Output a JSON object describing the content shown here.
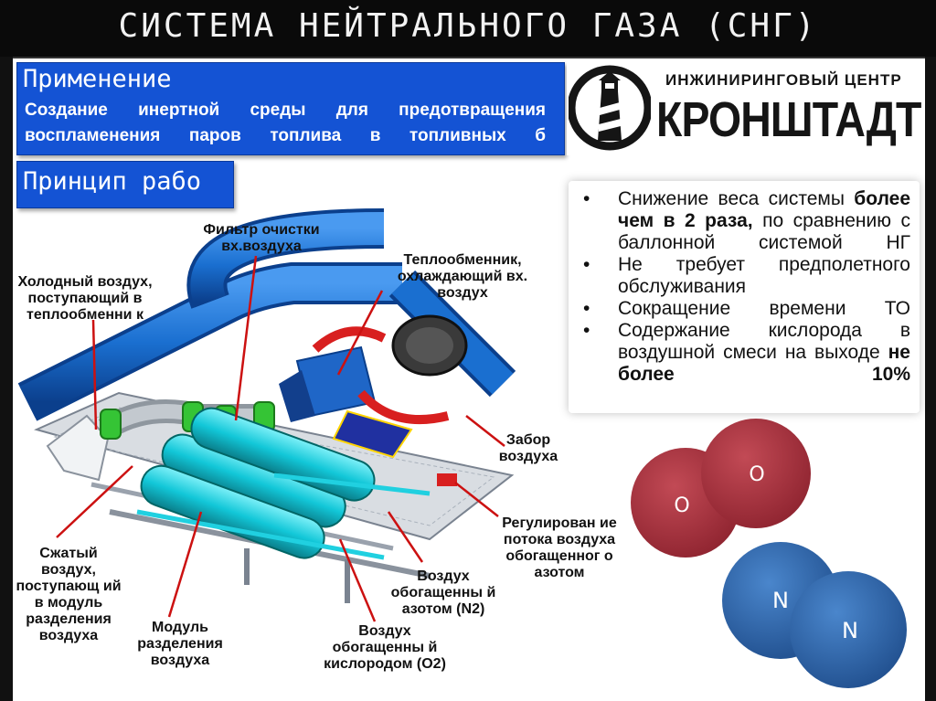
{
  "title": "СИСТЕМА НЕЙТРАЛЬНОГО ГАЗА (СНГ)",
  "application": {
    "heading": "Применение",
    "text": "Создание инертной среды для предотвращения воспламенения паров топлива в топливных б"
  },
  "principle": {
    "heading": "Принцип рабо"
  },
  "logo": {
    "top_text": "ИНЖИНИРИНГОВЫЙ ЦЕНТР",
    "main_text": "КРОНШТАДТ",
    "icon": "lighthouse-icon"
  },
  "bullets": [
    {
      "parts": [
        {
          "text": "Снижение веса системы "
        },
        {
          "text": "более чем в 2 раза,",
          "bold": true
        },
        {
          "text": " по сравнению с баллонной системой НГ"
        }
      ]
    },
    {
      "parts": [
        {
          "text": "Не требует предполетного обслуживания"
        }
      ]
    },
    {
      "parts": [
        {
          "text": "Сокращение времени ТО"
        }
      ]
    },
    {
      "parts": [
        {
          "text": "Содержание кислорода в воздушной смеси на выходе "
        },
        {
          "text": "не более 10%",
          "bold": true
        }
      ]
    }
  ],
  "bullet_symbol": "•",
  "molecules": {
    "oxygen": {
      "atom1": "O",
      "atom2": "O",
      "color": "#a3333d"
    },
    "nitrogen": {
      "atom1": "N",
      "atom2": "N",
      "color": "#2d66ad"
    }
  },
  "callouts": {
    "filter": "Фильтр очистки вх.воздуха",
    "heat_exchanger": "Теплообменник, охлаждающий вх. воздух",
    "cold_air": "Холодный воздух, поступающий в теплообменни к",
    "intake": "Забор воздуха",
    "flow_regulation": "Регулирован ие потока воздуха обогащенног о азотом",
    "nitrogen_air": "Воздух обогащенны й азотом (N2)",
    "oxygen_air": "Воздух обогащенны й кислородом (O2)",
    "separation_module": "Модуль разделения воздуха",
    "compressed_air": "Сжатый воздух, поступающ ий в модуль разделения воздуха"
  },
  "colors": {
    "accent_blue": "#1453d4",
    "callout_line": "#cc1111",
    "pipe_blue": "#1a6fd0",
    "cylinder_cyan": "#12c7d8"
  }
}
